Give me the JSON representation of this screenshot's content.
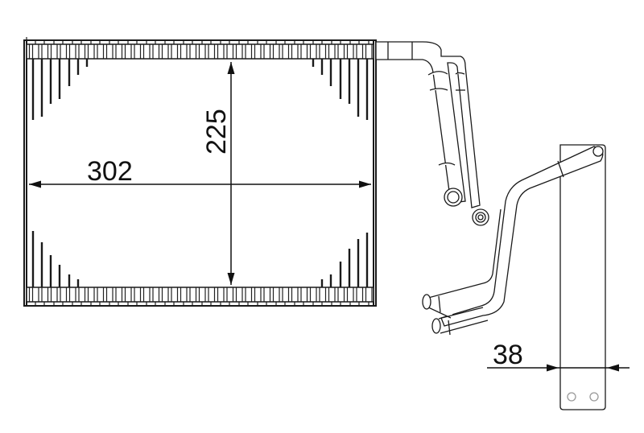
{
  "diagram": {
    "type": "technical drawing",
    "subject": "evaporator core with refrigerant pipes and mounting bracket",
    "stroke_color": "#1a1a1a",
    "background": "#ffffff"
  },
  "dimensions": {
    "width": "302",
    "height": "225",
    "depth": "38"
  }
}
